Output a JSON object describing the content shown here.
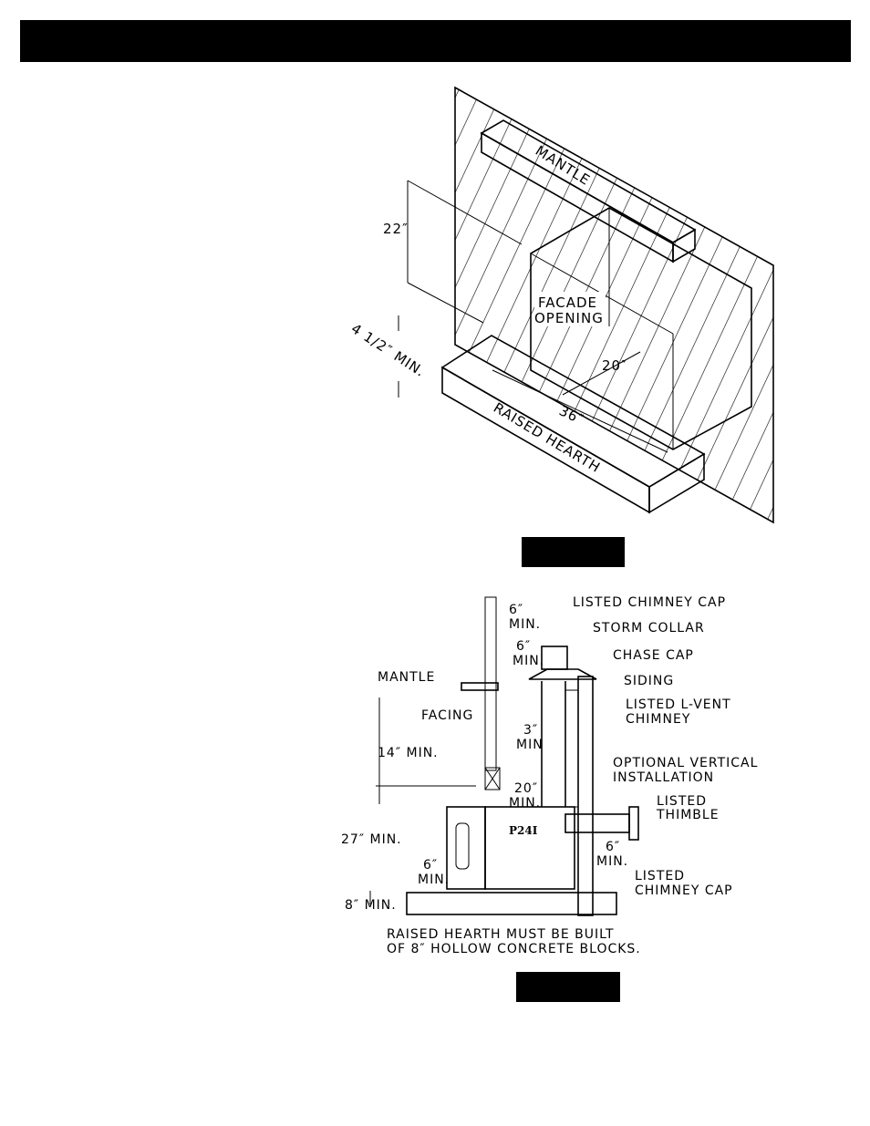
{
  "header": {
    "title": ""
  },
  "figure1": {
    "labels": {
      "mantle": "MANTLE",
      "facade_line1": "FACADE",
      "facade_line2": "OPENING",
      "dim_22": "22″",
      "dim_4half": "4 1/2″ MIN.",
      "dim_20": "20″",
      "dim_36": "36″",
      "raised_hearth": "RAISED HEARTH"
    },
    "caption": ""
  },
  "figure2": {
    "labels": {
      "six_min_top_a": "6″",
      "six_min_top_b": "MIN.",
      "listed_chimney_cap": "LISTED CHIMNEY CAP",
      "storm_collar": "STORM COLLAR",
      "six_min_2a": "6″",
      "six_min_2b": "MIN.",
      "chase_cap": "CHASE CAP",
      "mantle": "MANTLE",
      "siding": "SIDING",
      "listed_lvent_1": "LISTED L-VENT",
      "listed_lvent_2": "CHIMNEY",
      "facing": "FACING",
      "three_a": "3″",
      "three_b": "MIN",
      "fourteen": "14″ MIN.",
      "optional_1": "OPTIONAL VERTICAL",
      "optional_2": "INSTALLATION",
      "twenty_a": "20″",
      "twenty_b": "MIN.",
      "listed_thimble_1": "LISTED",
      "listed_thimble_2": "THIMBLE",
      "model": "P24I",
      "twentyseven": "27″ MIN.",
      "six_r_a": "6″",
      "six_r_b": "MIN.",
      "six_l_a": "6″",
      "six_l_b": "MIN.",
      "listed_cap_2a": "LISTED",
      "listed_cap_2b": "CHIMNEY CAP",
      "eight": "8″ MIN.",
      "note_1": "RAISED HEARTH MUST BE BUILT",
      "note_2": "OF 8″ HOLLOW CONCRETE BLOCKS."
    },
    "caption": ""
  }
}
